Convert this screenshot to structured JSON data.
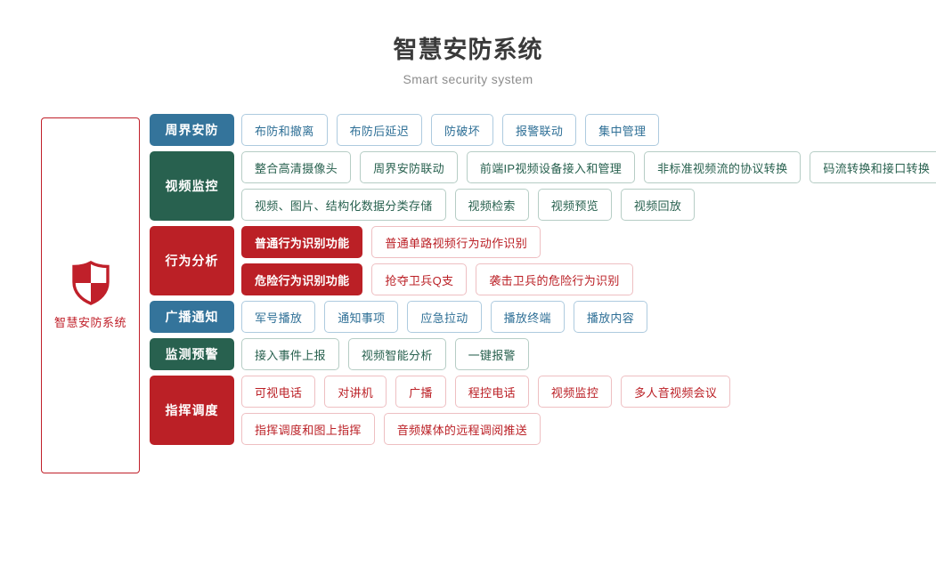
{
  "header": {
    "title": "智慧安防系统",
    "subtitle": "Smart security system"
  },
  "brand": {
    "icon": "shield-icon",
    "label": "智慧安防系统",
    "border_color": "#c0202a",
    "text_color": "#c0202a"
  },
  "colors": {
    "blue": "#34749b",
    "green": "#28614f",
    "red": "#bb2026",
    "blue_border": "#aecbdf",
    "green_border": "#b6cdc5",
    "red_border": "#eebfc2",
    "title": "#3a3a3a",
    "subtitle": "#8c8c8c"
  },
  "tree": {
    "rows": [
      {
        "category": "周界安防",
        "theme": "blue",
        "subrows": [
          {
            "header": null,
            "items": [
              "布防和撤离",
              "布防后延迟",
              "防破坏",
              "报警联动",
              "集中管理"
            ]
          }
        ]
      },
      {
        "category": "视频监控",
        "theme": "green",
        "subrows": [
          {
            "header": null,
            "items": [
              "整合高清摄像头",
              "周界安防联动",
              "前端IP视频设备接入和管理",
              "非标准视频流的协议转换",
              "码流转换和接口转换"
            ]
          },
          {
            "header": null,
            "items": [
              "视频、图片、结构化数据分类存储",
              "视频检索",
              "视频预览",
              "视频回放"
            ]
          }
        ]
      },
      {
        "category": "行为分析",
        "theme": "red",
        "subrows": [
          {
            "header": "普通行为识别功能",
            "items": [
              "普通单路视频行为动作识别"
            ]
          },
          {
            "header": "危险行为识别功能",
            "items": [
              "抢夺卫兵Q支",
              "袭击卫兵的危险行为识别"
            ]
          }
        ]
      },
      {
        "category": "广播通知",
        "theme": "blue",
        "subrows": [
          {
            "header": null,
            "items": [
              "军号播放",
              "通知事项",
              "应急拉动",
              "播放终端",
              "播放内容"
            ]
          }
        ]
      },
      {
        "category": "监测预警",
        "theme": "green",
        "subrows": [
          {
            "header": null,
            "items": [
              "接入事件上报",
              "视频智能分析",
              "一键报警"
            ]
          }
        ]
      },
      {
        "category": "指挥调度",
        "theme": "red",
        "subrows": [
          {
            "header": null,
            "items": [
              "可视电话",
              "对讲机",
              "广播",
              "程控电话",
              "视频监控",
              "多人音视频会议"
            ]
          },
          {
            "header": null,
            "items": [
              "指挥调度和图上指挥",
              "音频媒体的远程调阅推送"
            ]
          }
        ]
      }
    ]
  }
}
